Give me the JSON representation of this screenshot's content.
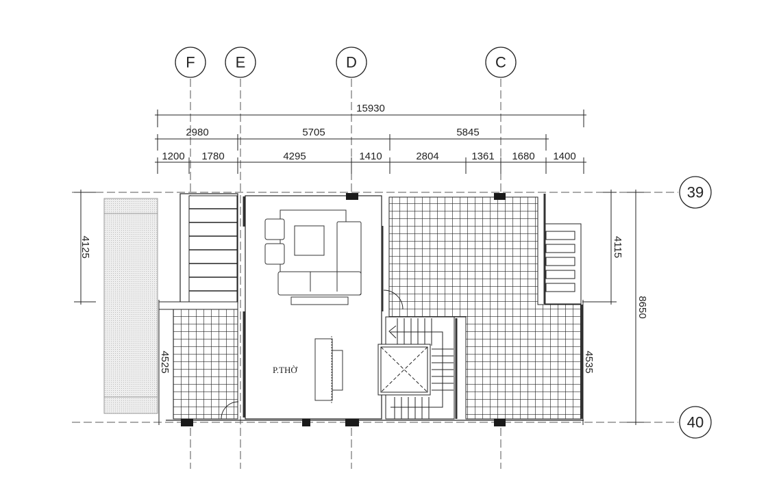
{
  "grid_axes": {
    "columns": [
      "F",
      "E",
      "D",
      "C"
    ],
    "rows": [
      "39",
      "40"
    ]
  },
  "dimensions": {
    "overall": "15930",
    "level2": [
      "2980",
      "5705",
      "5845"
    ],
    "level3": [
      "1200",
      "1780",
      "4295",
      "1410",
      "2804",
      "1361",
      "1680",
      "1400"
    ],
    "left": "4125",
    "right_upper": "4115",
    "right_total": "8650",
    "left_lower": "4525",
    "right_lower": "4535"
  },
  "rooms": {
    "worship_room": "P.THỜ"
  },
  "colors": {
    "line": "#222222",
    "tile_fill": "#ffffff",
    "balcony_fill": "#e6e6e6"
  }
}
